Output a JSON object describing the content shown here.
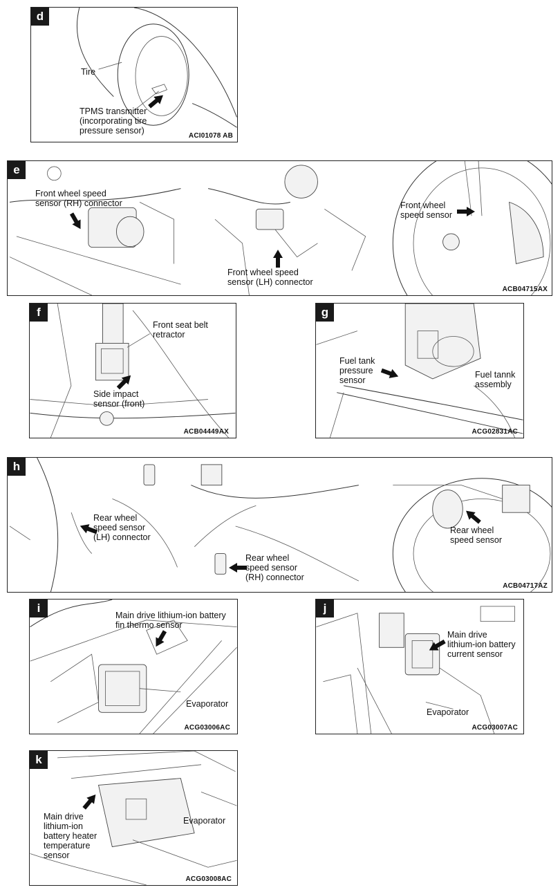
{
  "panels": {
    "d": {
      "tag": "d",
      "labels": {
        "tire": "Tire",
        "tpms": "TPMS transmitter\n(incorporating tire\npressure sensor)"
      },
      "code": "ACI01078 AB"
    },
    "e": {
      "tag": "e",
      "labels": {
        "rh_connector": "Front wheel speed\nsensor (RH) connector",
        "lh_connector": "Front wheel speed\nsensor (LH) connector",
        "sensor": "Front wheel\nspeed sensor"
      },
      "code": "ACB04715AX"
    },
    "f": {
      "tag": "f",
      "labels": {
        "retractor": "Front seat belt\nretractor",
        "side_impact": "Side impact\nsensor (front)"
      },
      "code": "ACB04449AX"
    },
    "g": {
      "tag": "g",
      "labels": {
        "pressure": "Fuel tank\npressure\nsensor",
        "assembly": "Fuel tannk\nassembly"
      },
      "code": "ACG02831AC"
    },
    "h": {
      "tag": "h",
      "labels": {
        "lh_connector": "Rear wheel\nspeed sensor\n(LH) connector",
        "rh_connector": "Rear wheel\nspeed sensor\n(RH) connector",
        "sensor": "Rear wheel\nspeed sensor"
      },
      "code": "ACB04717AZ"
    },
    "i": {
      "tag": "i",
      "labels": {
        "fin": "Main drive lithium-ion battery\nfin thermo sensor",
        "evaporator": "Evaporator"
      },
      "code": "ACG03006AC"
    },
    "j": {
      "tag": "j",
      "labels": {
        "current": "Main drive\nlithium-ion battery\ncurrent sensor",
        "evaporator": "Evaporator"
      },
      "code": "ACG03007AC"
    },
    "k": {
      "tag": "k",
      "labels": {
        "heater": "Main drive\nlithium-ion\nbattery heater\ntemperature\nsensor",
        "evaporator": "Evaporator"
      },
      "code": "ACG03008AC"
    }
  }
}
